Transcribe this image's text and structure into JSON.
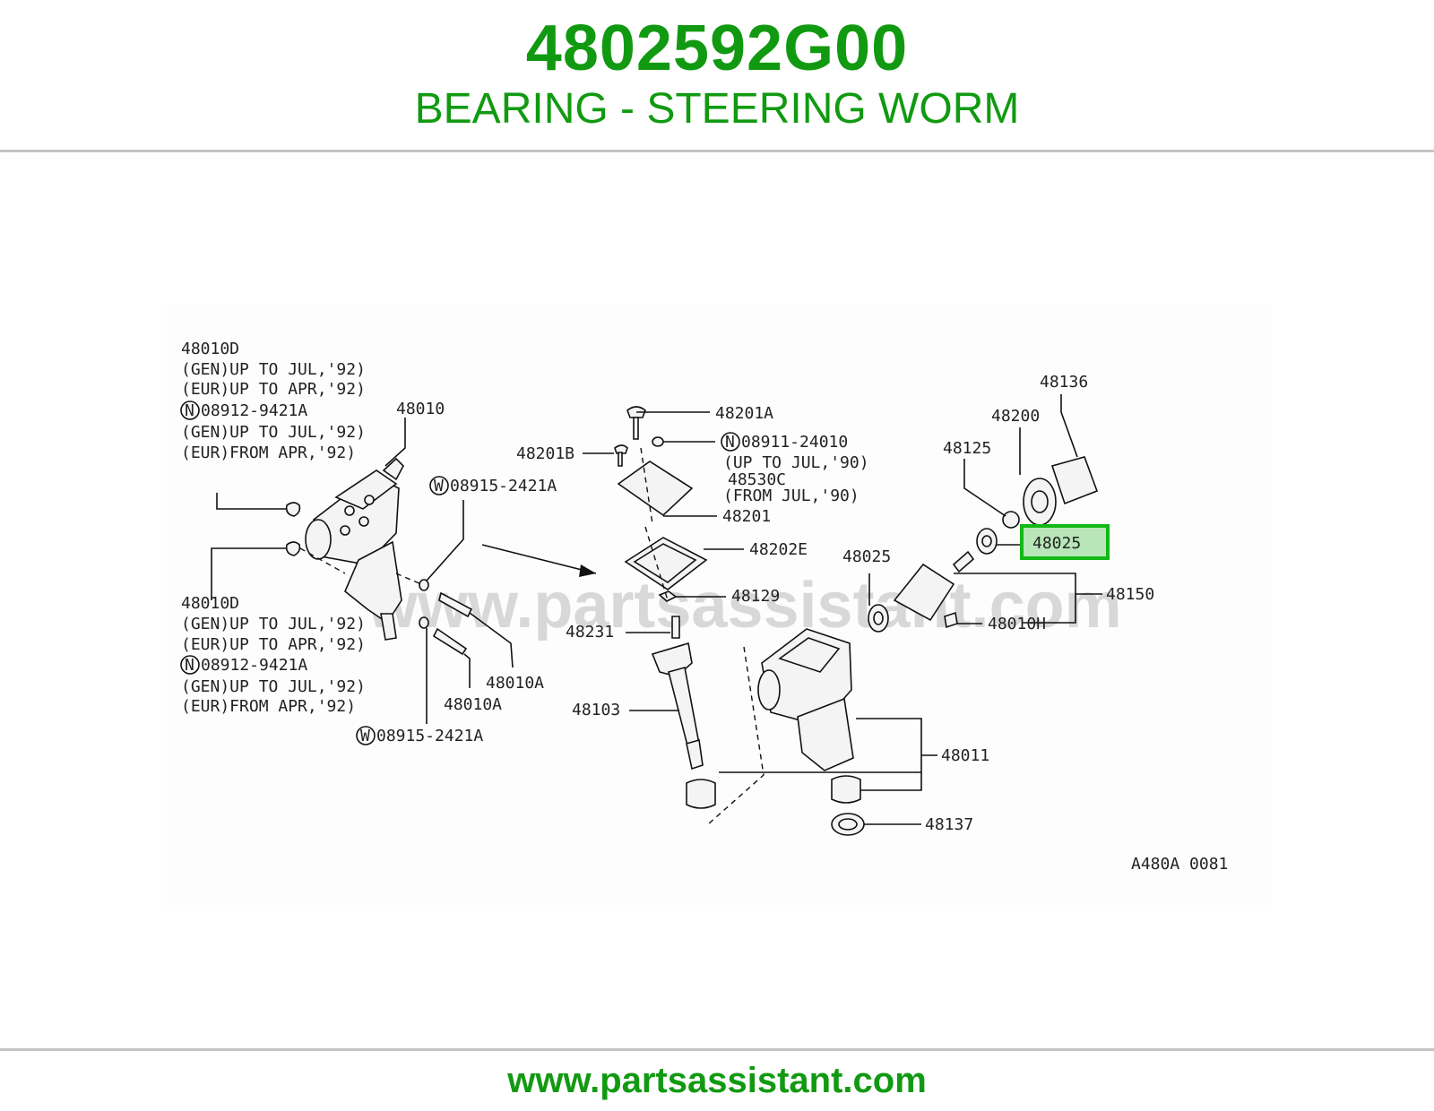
{
  "header": {
    "part_number": "4802592G00",
    "description": "BEARING - STEERING WORM"
  },
  "footer": {
    "url": "www.partsassistant.com"
  },
  "diagram": {
    "watermark": "www.partsassistant.com",
    "figure_code": "A480A 0081",
    "highlighted_part": "48025",
    "labels": {
      "l48010D_a": "48010D",
      "l48010D_a_1": "(GEN)UP TO JUL,'92)",
      "l48010D_a_2": "(EUR)UP TO APR,'92)",
      "n08912_a": "08912-9421A",
      "n08912_a_1": "(GEN)UP TO JUL,'92)",
      "n08912_a_2": "(EUR)FROM APR,'92)",
      "l48010": "48010",
      "w08915_a": "08915-2421A",
      "l48010D_b": "48010D",
      "l48010D_b_1": "(GEN)UP TO JUL,'92)",
      "l48010D_b_2": "(EUR)UP TO APR,'92)",
      "n08912_b": "08912-9421A",
      "n08912_b_1": "(GEN)UP TO JUL,'92)",
      "n08912_b_2": "(EUR)FROM APR,'92)",
      "w08915_b": "08915-2421A",
      "l48010A_a": "48010A",
      "l48010A_b": "48010A",
      "l48201A": "48201A",
      "l48201B": "48201B",
      "n08911": "08911-24010",
      "n08911_1": "(UP TO JUL,'90)",
      "l48530C": "48530C",
      "l48530C_1": "(FROM JUL,'90)",
      "l48201": "48201",
      "l48202E": "48202E",
      "l48129": "48129",
      "l48231": "48231",
      "l48103": "48103",
      "l48136": "48136",
      "l48200": "48200",
      "l48125": "48125",
      "l48025_hl": "48025",
      "l48025": "48025",
      "l48150": "48150",
      "l48010H": "48010H",
      "l48011": "48011",
      "l48137": "48137",
      "sym_n": "N",
      "sym_w": "W"
    }
  }
}
